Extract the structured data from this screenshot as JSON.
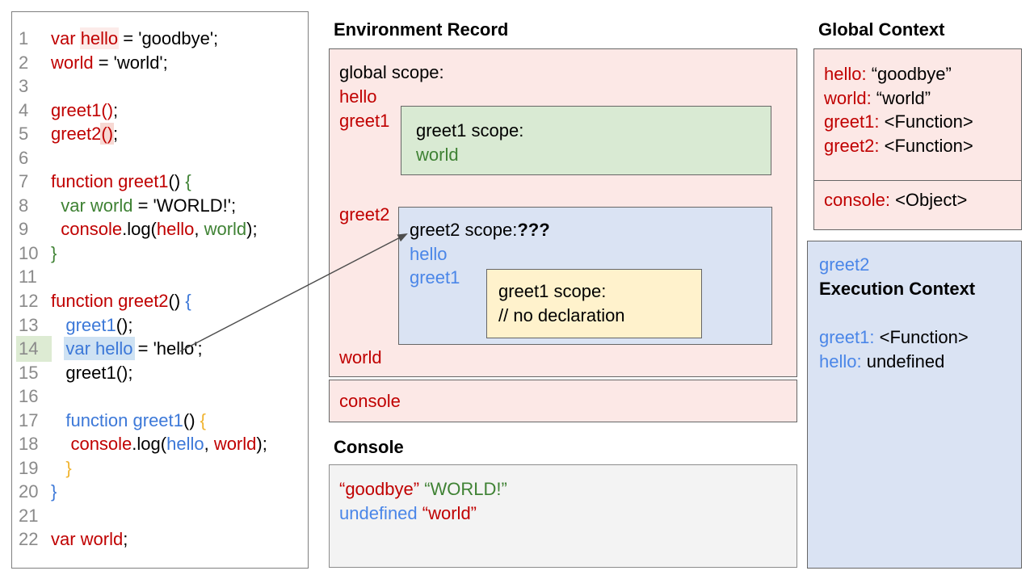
{
  "colors": {
    "code_red": "#c00000",
    "code_green": "#3f8234",
    "code_blue": "#3c78d8",
    "light_blue": "#4a86e8",
    "brace_orange": "#f0b32e",
    "pink_box": "#fce8e6",
    "green_box": "#d9ead3",
    "blue_box": "#dae3f3",
    "yellow_box": "#fff2cc",
    "console_box": "#f3f3f3",
    "highlight_blue": "#cfe2f3",
    "highlight_green": "#ddebd3"
  },
  "code_panel": {
    "lines": [
      {
        "n": "1",
        "toks": [
          {
            "t": "var ",
            "c": "red"
          },
          {
            "t": "hello",
            "c": "red",
            "h": "faintpink"
          },
          {
            "t": " = 'goodbye';",
            "c": "black"
          }
        ]
      },
      {
        "n": "2",
        "toks": [
          {
            "t": "world",
            "c": "red"
          },
          {
            "t": " = 'world';",
            "c": "black"
          }
        ]
      },
      {
        "n": "3",
        "toks": []
      },
      {
        "n": "4",
        "toks": [
          {
            "t": "greet1()",
            "c": "red"
          },
          {
            "t": ";",
            "c": "black"
          }
        ]
      },
      {
        "n": "5",
        "toks": [
          {
            "t": "greet2",
            "c": "red"
          },
          {
            "t": "()",
            "c": "red",
            "h": "pink"
          },
          {
            "t": ";",
            "c": "black"
          }
        ]
      },
      {
        "n": "6",
        "toks": []
      },
      {
        "n": "7",
        "toks": [
          {
            "t": "function greet1",
            "c": "red"
          },
          {
            "t": "() ",
            "c": "black"
          },
          {
            "t": "{",
            "c": "green"
          }
        ]
      },
      {
        "n": "8",
        "toks": [
          {
            "t": "  ",
            "c": "black"
          },
          {
            "t": "var world",
            "c": "green"
          },
          {
            "t": " = 'WORLD!';",
            "c": "black"
          }
        ]
      },
      {
        "n": "9",
        "toks": [
          {
            "t": "  ",
            "c": "black"
          },
          {
            "t": "console",
            "c": "red"
          },
          {
            "t": ".log(",
            "c": "black"
          },
          {
            "t": "hello",
            "c": "red"
          },
          {
            "t": ", ",
            "c": "black"
          },
          {
            "t": "world",
            "c": "green"
          },
          {
            "t": ");",
            "c": "black"
          }
        ]
      },
      {
        "n": "10",
        "toks": [
          {
            "t": "}",
            "c": "green"
          }
        ]
      },
      {
        "n": "11",
        "toks": []
      },
      {
        "n": "12",
        "toks": [
          {
            "t": "function greet2",
            "c": "red"
          },
          {
            "t": "() ",
            "c": "black"
          },
          {
            "t": "{",
            "c": "blue"
          }
        ]
      },
      {
        "n": "13",
        "toks": [
          {
            "t": "   ",
            "c": "black"
          },
          {
            "t": "greet1",
            "c": "blue"
          },
          {
            "t": "();",
            "c": "black"
          }
        ]
      },
      {
        "n": "14",
        "nhl": true,
        "toks": [
          {
            "t": "   ",
            "c": "black"
          },
          {
            "t": "var hello",
            "c": "blue",
            "h": "blue"
          },
          {
            "t": " = 'hello';",
            "c": "black"
          }
        ]
      },
      {
        "n": "15",
        "toks": [
          {
            "t": "   greet1();",
            "c": "black"
          }
        ]
      },
      {
        "n": "16",
        "toks": []
      },
      {
        "n": "17",
        "toks": [
          {
            "t": "   ",
            "c": "black"
          },
          {
            "t": "function greet1",
            "c": "blue"
          },
          {
            "t": "() ",
            "c": "black"
          },
          {
            "t": "{",
            "c": "orange"
          }
        ]
      },
      {
        "n": "18",
        "toks": [
          {
            "t": "    ",
            "c": "black"
          },
          {
            "t": "console",
            "c": "red"
          },
          {
            "t": ".log(",
            "c": "black"
          },
          {
            "t": "hello",
            "c": "blue"
          },
          {
            "t": ", ",
            "c": "black"
          },
          {
            "t": "world",
            "c": "red"
          },
          {
            "t": ");",
            "c": "black"
          }
        ]
      },
      {
        "n": "19",
        "toks": [
          {
            "t": "   ",
            "c": "black"
          },
          {
            "t": "}",
            "c": "orange"
          }
        ]
      },
      {
        "n": "20",
        "toks": [
          {
            "t": "}",
            "c": "blue"
          }
        ]
      },
      {
        "n": "21",
        "toks": []
      },
      {
        "n": "22",
        "toks": [
          {
            "t": "var world",
            "c": "red"
          },
          {
            "t": ";",
            "c": "black"
          }
        ]
      }
    ]
  },
  "environment_record": {
    "title": "Environment Record",
    "global_scope_label": "global scope:",
    "var_hello": "hello",
    "var_greet1": "greet1",
    "var_greet2": "greet2",
    "var_world": "world",
    "greet1_scope": {
      "label": "greet1 scope:",
      "var_world": "world"
    },
    "greet2_scope": {
      "label": "greet2 scope:",
      "question": "???",
      "var_hello": "hello",
      "var_greet1": "greet1",
      "inner_greet1_scope": {
        "label": "greet1 scope:",
        "comment": "// no declaration"
      }
    },
    "console_label": "console"
  },
  "console_panel": {
    "title": "Console",
    "lines": [
      [
        {
          "t": "“goodbye”",
          "c": "red"
        },
        {
          "t": " ",
          "c": "black"
        },
        {
          "t": "“WORLD!”",
          "c": "green"
        }
      ],
      [
        {
          "t": "undefined",
          "c": "lblue"
        },
        {
          "t": " ",
          "c": "black"
        },
        {
          "t": "“world”",
          "c": "red"
        }
      ]
    ]
  },
  "global_context": {
    "title": "Global Context",
    "rows": [
      {
        "k": "hello:",
        "v": " “goodbye”"
      },
      {
        "k": "world:",
        "v": " “world”"
      },
      {
        "k": "greet1:",
        "v": " <Function>"
      },
      {
        "k": "greet2:",
        "v": " <Function>"
      }
    ],
    "console_row": {
      "k": "console:",
      "v": " <Object>"
    }
  },
  "execution_context": {
    "fn_name": "greet2",
    "title": "Execution Context",
    "rows": [
      {
        "k": "greet1:",
        "v": " <Function>"
      },
      {
        "k": "hello:",
        "v": " undefined"
      }
    ]
  }
}
